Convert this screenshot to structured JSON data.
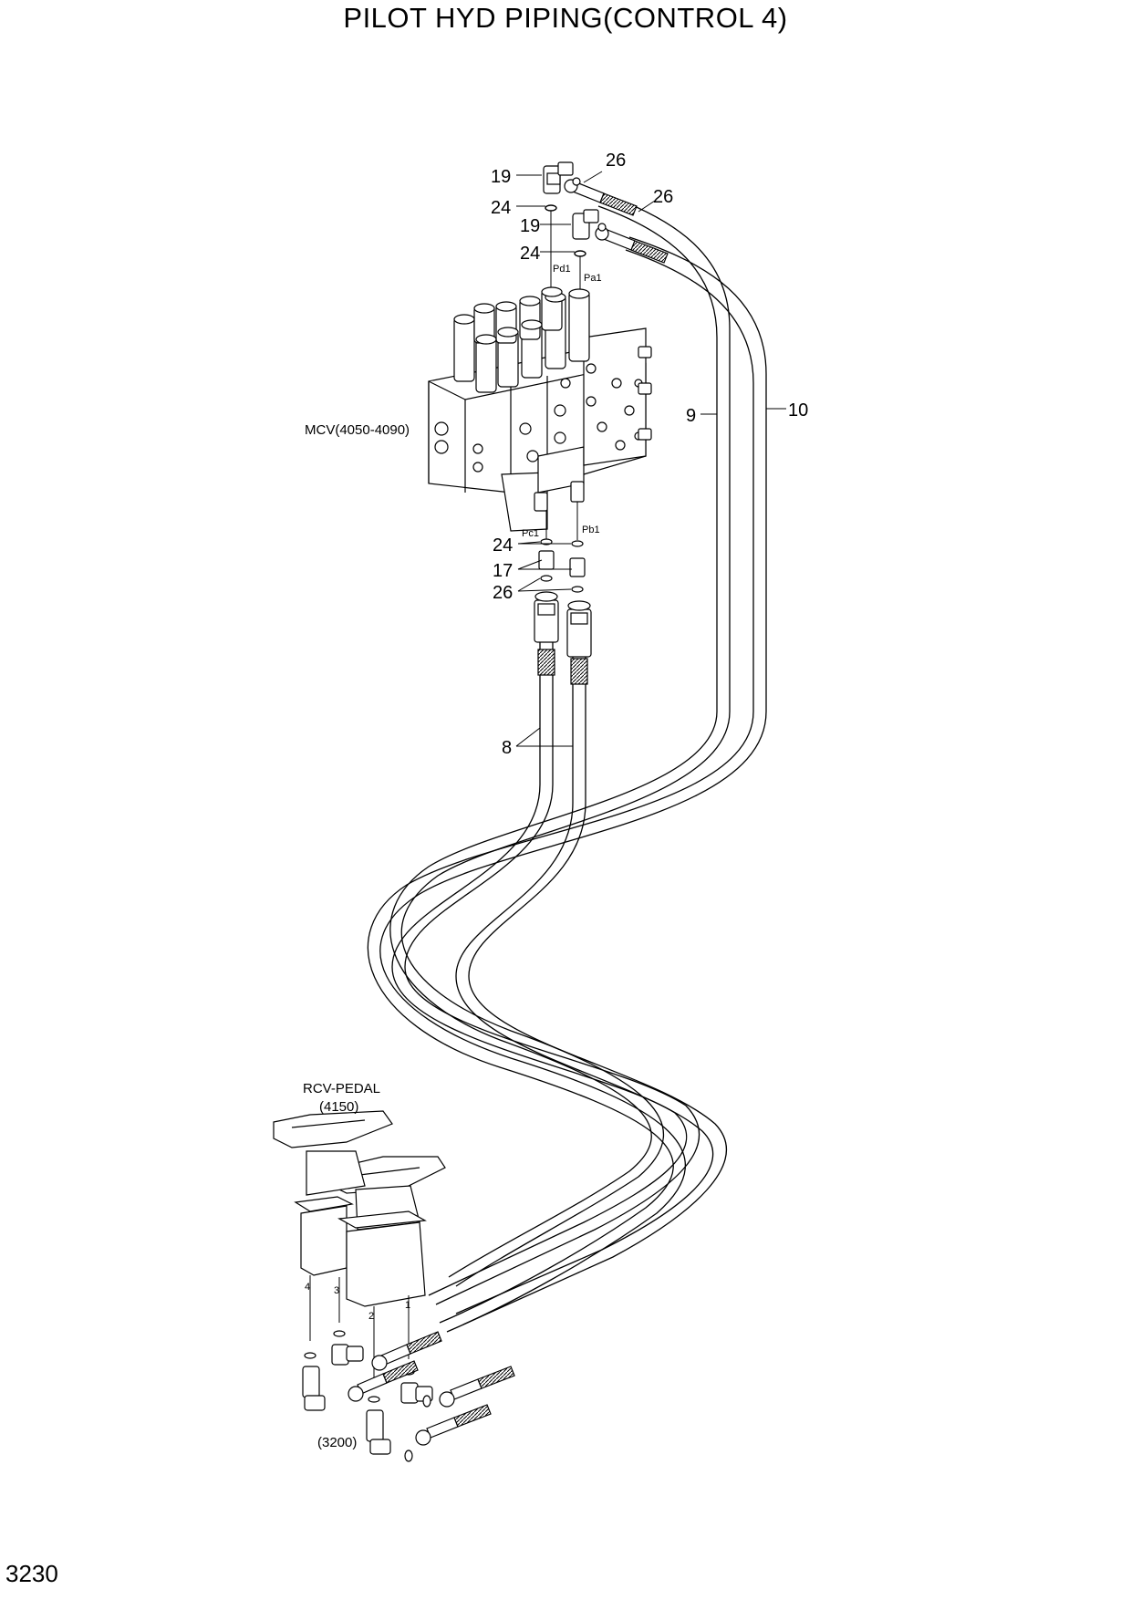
{
  "page": {
    "title": "PILOT HYD PIPING(CONTROL 4)",
    "page_number": "3230"
  },
  "labels": {
    "mcv": "MCV(4050-4090)",
    "rcv_pedal_line1": "RCV-PEDAL",
    "rcv_pedal_line2": "(4150)",
    "ref_3200": "(3200)"
  },
  "ports": {
    "pd1": "Pd1",
    "pa1": "Pa1",
    "pc1": "Pc1",
    "pb1": "Pb1"
  },
  "pedal_ports": [
    "4",
    "3",
    "2",
    "1"
  ],
  "callouts": {
    "c19_top": "19",
    "c26_top": "26",
    "c24_top": "24",
    "c26_right": "26",
    "c19_mid": "19",
    "c24_mid": "24",
    "c9": "9",
    "c10": "10",
    "c24_low": "24",
    "c17": "17",
    "c26_low": "26",
    "c8": "8"
  }
}
